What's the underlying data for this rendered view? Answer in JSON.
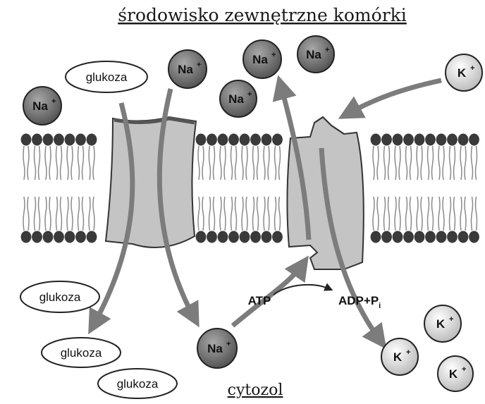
{
  "title": "środowisko zewnętrzne komórki",
  "bottom_label": "cytozol",
  "ion_labels": {
    "na_base": "Na",
    "k_base": "K",
    "charge": "+"
  },
  "glucose_label": "glukoza",
  "atp_label": "ATP",
  "adp_label": "ADP+P",
  "adp_subscript": "i",
  "colors": {
    "head_dark": "#3a3a3a",
    "tail_grey": "#8a8a8a",
    "protein_fill": "#c4c4c4",
    "protein_stroke": "#333333",
    "arrow_grey": "#7c7c7c",
    "na_fill": "#6e6e6e",
    "k_fill": "#e8e8e8"
  }
}
